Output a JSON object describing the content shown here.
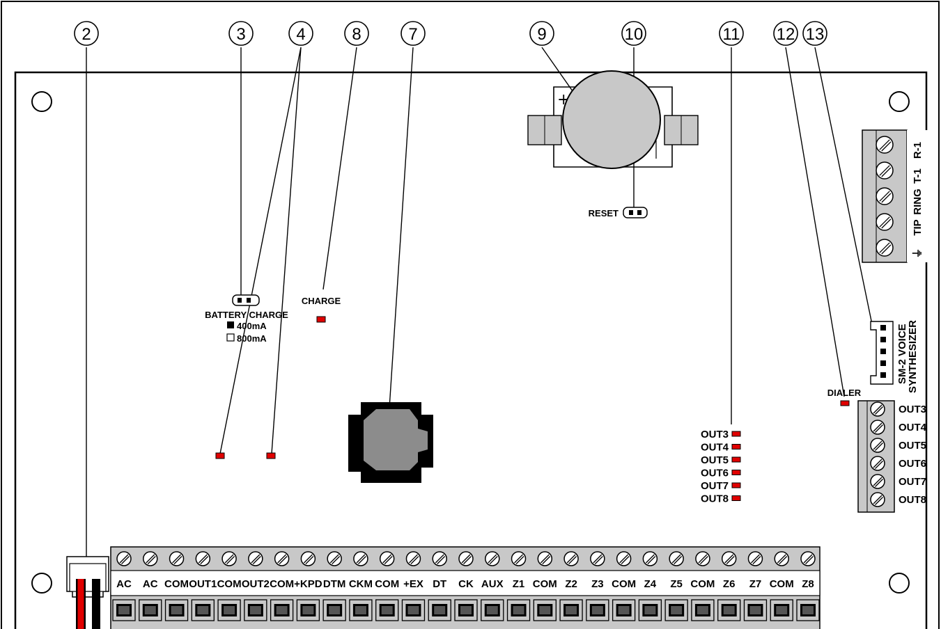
{
  "callouts": [
    "2",
    "3",
    "4",
    "8",
    "7",
    "9",
    "10",
    "11",
    "12",
    "13"
  ],
  "labels": {
    "reset": "RESET",
    "charge": "CHARGE",
    "battery_charge": "BATTERY CHARGE",
    "charge_400": "400mA",
    "charge_800": "800mA",
    "dialer": "DIALER",
    "voice1": "SM-2 VOICE",
    "voice2": "SYNTHESIZER"
  },
  "phone_terminals": [
    "R-1",
    "T-1",
    "RING",
    "TIP",
    "⏚"
  ],
  "out_leds": [
    "OUT3",
    "OUT4",
    "OUT5",
    "OUT6",
    "OUT7",
    "OUT8"
  ],
  "out_terminals": [
    "OUT3",
    "OUT4",
    "OUT5",
    "OUT6",
    "OUT7",
    "OUT8"
  ],
  "bottom_terminals": [
    "AC",
    "AC",
    "COM",
    "OUT1",
    "COM",
    "OUT2",
    "COM",
    "+KPD",
    "DTM",
    "CKM",
    "COM",
    "+EX",
    "DT",
    "CK",
    "AUX",
    "Z1",
    "COM",
    "Z2",
    "Z3",
    "COM",
    "Z4",
    "Z5",
    "COM",
    "Z6",
    "Z7",
    "COM",
    "Z8"
  ],
  "colors": {
    "led": "#e00000",
    "wire_red": "#e00000",
    "grey": "#c8c8c8",
    "dark": "#000000"
  }
}
